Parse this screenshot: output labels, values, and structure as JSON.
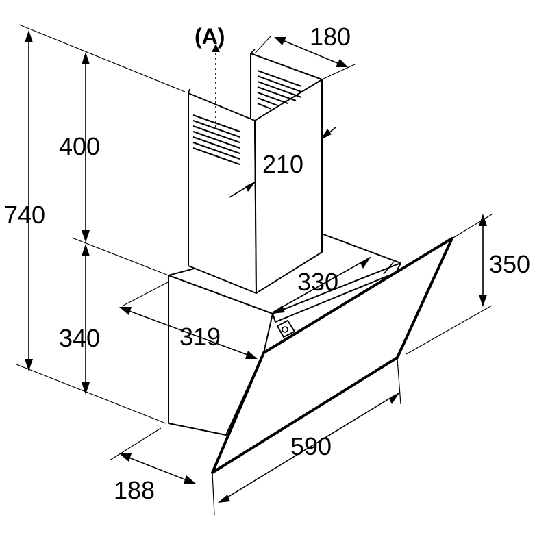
{
  "callout": {
    "label": "(A)"
  },
  "dimensions": {
    "overall_height": "740",
    "chimney_height": "400",
    "body_height": "340",
    "chimney_width": "180",
    "chimney_depth": "210",
    "panel_height": "350",
    "hood_inner_width": "330",
    "hood_depth_319": "319",
    "hood_width_590": "590",
    "hood_depth_188": "188"
  },
  "colors": {
    "stroke": "#000000",
    "background": "#ffffff"
  }
}
